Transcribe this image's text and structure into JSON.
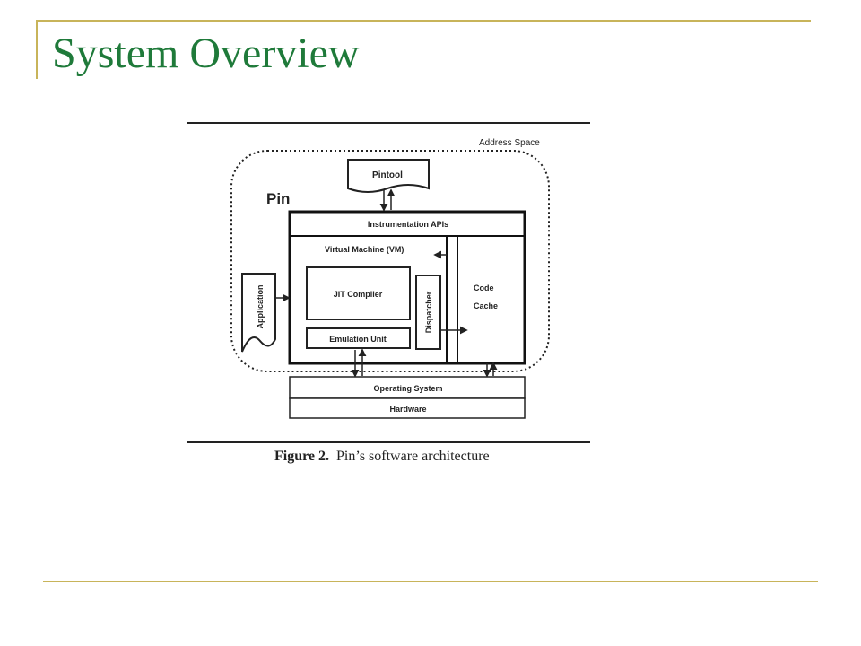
{
  "slide": {
    "title": "System Overview"
  },
  "figure": {
    "address_space_label": "Address Space",
    "pin_label": "Pin",
    "pintool_label": "Pintool",
    "instrumentation_apis_label": "Instrumentation APIs",
    "vm_label": "Virtual Machine (VM)",
    "jit_compiler_label": "JIT Compiler",
    "emulation_unit_label": "Emulation Unit",
    "dispatcher_label": "Dispatcher",
    "code_label": "Code",
    "cache_label": "Cache",
    "application_label": "Application",
    "os_label": "Operating System",
    "hardware_label": "Hardware",
    "caption_prefix": "Figure 2.",
    "caption_text": "Pin’s software architecture"
  },
  "colors": {
    "title": "#1f7a3a",
    "rules": "#c8b45a"
  }
}
